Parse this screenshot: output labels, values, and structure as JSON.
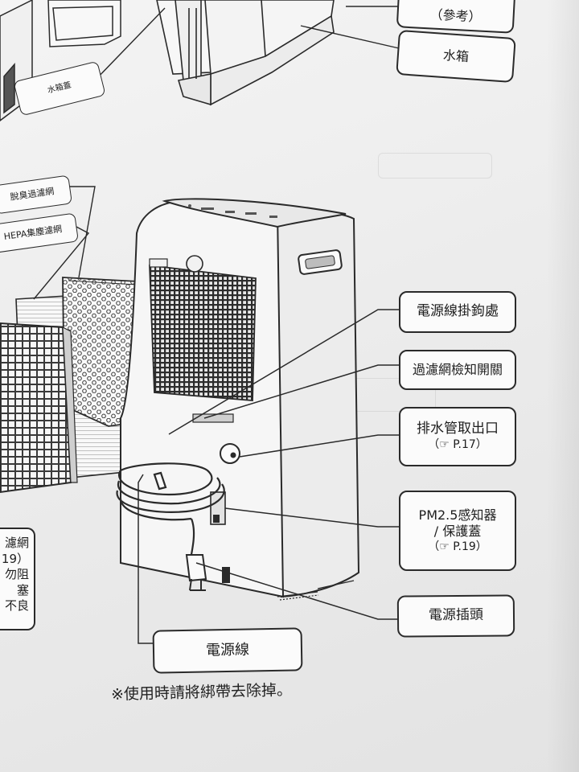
{
  "labels": {
    "reference": "（參考）",
    "water_tank": "水箱",
    "water_tank_cover": "水箱蓋",
    "deodorizing_filter": "脫臭過濾網",
    "hepa_filter": "HEPA集塵濾網",
    "cord_hook": "電源線掛鉤處",
    "filter_detect_switch": "過濾網檢知開關",
    "drain_outlet": "排水管取出口",
    "drain_outlet_ref": "（☞ P.17）",
    "pm25_sensor_line1": "PM2.5感知器",
    "pm25_sensor_line2": "/ 保護蓋",
    "pm25_sensor_ref": "（☞ P.19）",
    "power_plug": "電源插頭",
    "power_cord": "電源線",
    "left_fragment_line1": "濾網",
    "left_fragment_line2": "19）",
    "left_fragment_line3": "勿阻塞",
    "left_fragment_line4": "不良"
  },
  "footnote": "※使用時請將綁帶去除掉。",
  "colors": {
    "ink": "#2a2a2a",
    "paper": "#f1f1f1",
    "box_fill": "#fbfbfb"
  }
}
